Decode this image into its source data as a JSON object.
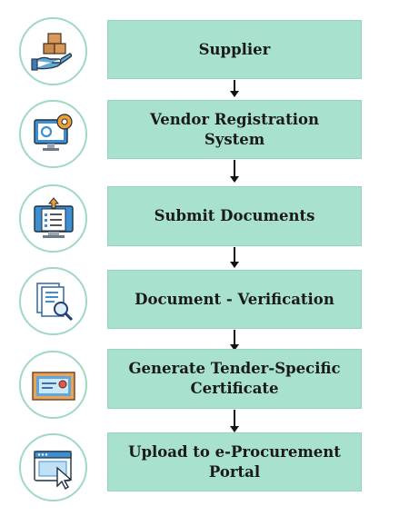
{
  "steps": [
    {
      "label": "Supplier",
      "icon": "hand-boxes-icon"
    },
    {
      "label": "Vendor Registration System",
      "icon": "monitor-gears-icon"
    },
    {
      "label": "Submit Documents",
      "icon": "monitor-checklist-upload-icon"
    },
    {
      "label": "Document - Verification",
      "icon": "document-magnifier-icon"
    },
    {
      "label": "Generate Tender-Specific Certificate",
      "icon": "certificate-icon"
    },
    {
      "label": "Upload to e-Procurement Portal",
      "icon": "browser-cursor-icon"
    }
  ],
  "colors": {
    "box_fill": "#a8e2ce",
    "circle_border": "#9fd9c3",
    "arrow": "#111111"
  }
}
